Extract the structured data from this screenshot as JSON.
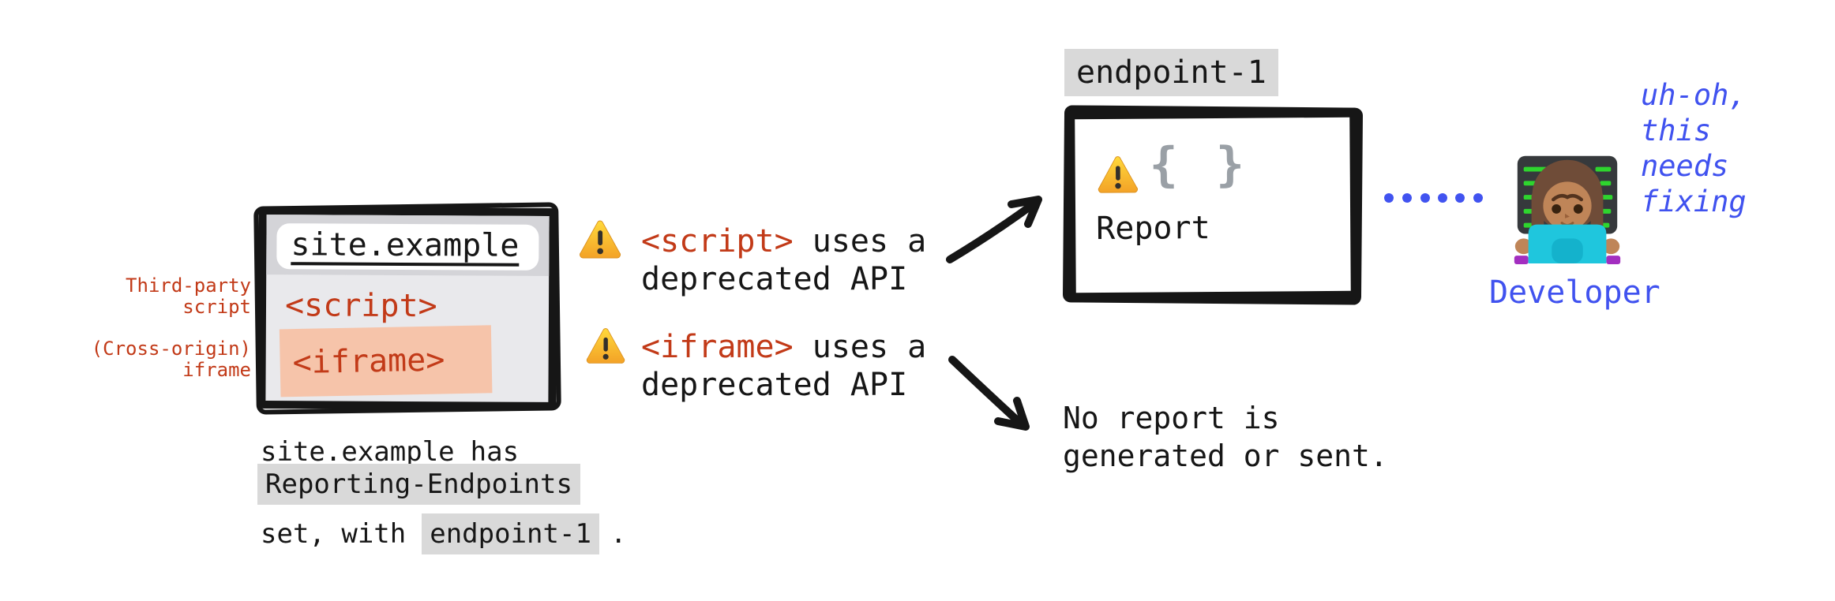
{
  "palette": {
    "ink": "#161616",
    "code_red": "#c23a18",
    "blue": "#4052ef",
    "chip_gray": "#d9d9d9",
    "iframe_salmon": "#f6c4aa",
    "brace_gray": "#9aa0a6",
    "warning_yellow": "#ffd93b"
  },
  "browser": {
    "address": "site.example",
    "script_tag": "<script>",
    "iframe_tag": "<iframe>"
  },
  "side_labels": {
    "third_party_line1": "Third-party",
    "third_party_line2": "script",
    "cross_origin_line1": "(Cross-origin)",
    "cross_origin_line2": "iframe"
  },
  "caption": {
    "site": "site.example",
    "has": "has",
    "header_value": "Reporting-Endpoints",
    "set_with": "set, with",
    "endpoint": "endpoint-1",
    "period": "."
  },
  "warnings": [
    {
      "icon": "warning-icon",
      "tag": "<script>",
      "rest": " uses a",
      "line2": "deprecated API"
    },
    {
      "icon": "warning-icon",
      "tag": "<iframe>",
      "rest": " uses a",
      "line2": "deprecated API"
    }
  ],
  "endpoint": {
    "label": "endpoint-1",
    "braces": "{ }",
    "report_label": "Report"
  },
  "no_report": {
    "line1": "No report is",
    "line2": "generated or sent."
  },
  "developer": {
    "thought_line1": "uh-oh,",
    "thought_line2": "this",
    "thought_line3": "needs",
    "thought_line4": "fixing",
    "label": "Developer"
  }
}
